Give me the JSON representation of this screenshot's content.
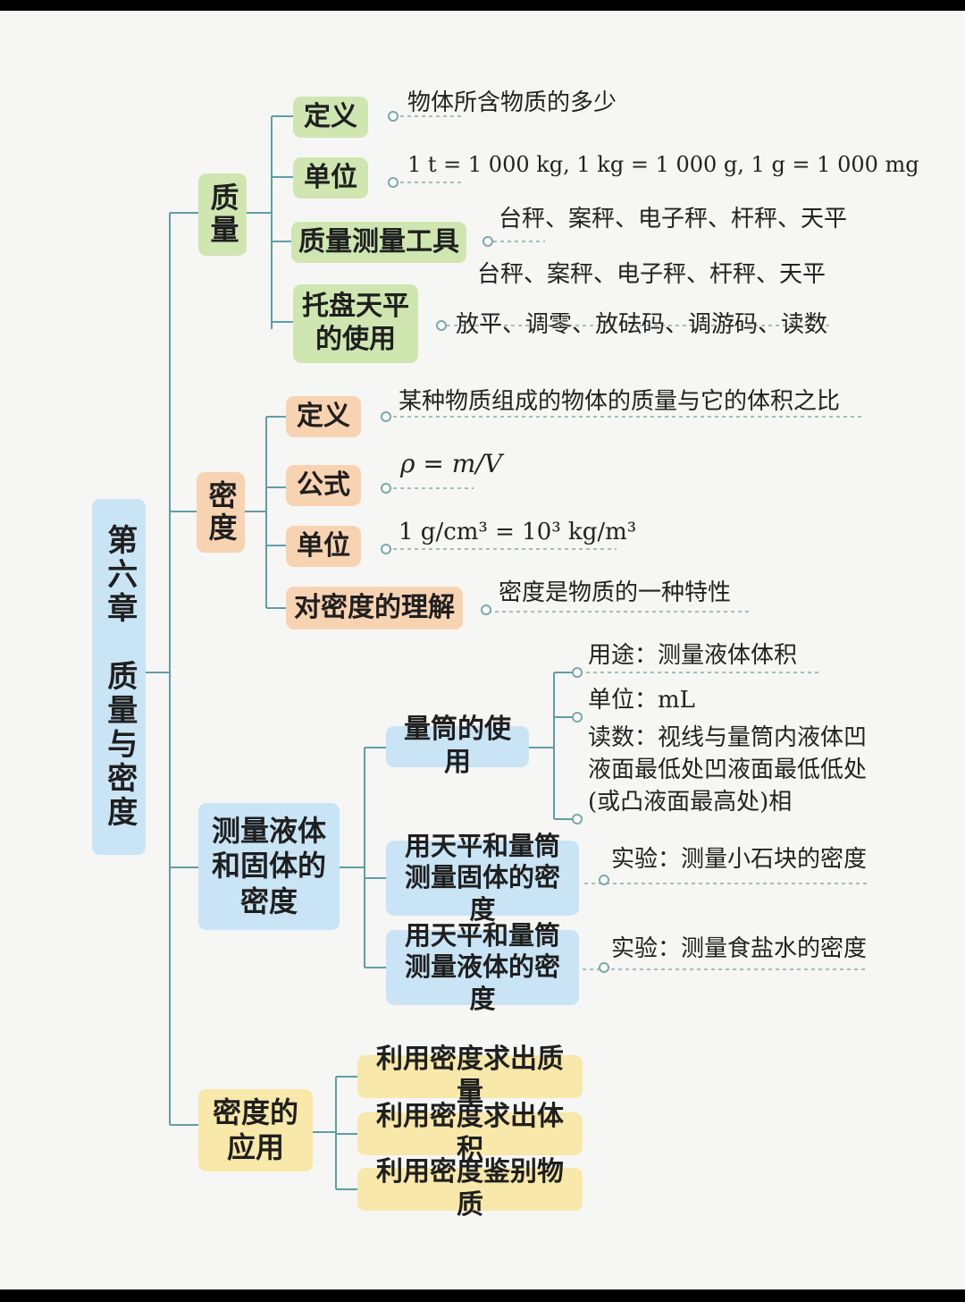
{
  "root": {
    "title": "第六章　质量与密度"
  },
  "branches": {
    "mass": {
      "label": "质量",
      "definition": {
        "label": "定义",
        "text": "物体所含物质的多少"
      },
      "unit": {
        "label": "单位",
        "text": "1 t = 1 000 kg, 1 kg = 1 000 g, 1 g = 1 000 mg"
      },
      "tools": {
        "label": "质量测量工具",
        "text": "台秤、案秤、电子秤、杆秤、天平"
      },
      "balance": {
        "label": "托盘天平的使用",
        "text_line1": "台秤、案秤、电子秤、杆秤、天平",
        "text_line2": "放平、调零、放砝码、调游码、读数"
      }
    },
    "density": {
      "label": "密度",
      "definition": {
        "label": "定义",
        "text": "某种物质组成的物体的质量与它的体积之比"
      },
      "formula": {
        "label": "公式",
        "text": "ρ = m/V"
      },
      "unit": {
        "label": "单位",
        "text": "1 g/cm³ = 10³ kg/m³"
      },
      "understanding": {
        "label": "对密度的理解",
        "text": "密度是物质的一种特性"
      }
    },
    "measure": {
      "label": "测量液体和固体的密度",
      "cylinder": {
        "label": "量筒的使用",
        "use": "用途：测量液体体积",
        "unit": "单位：mL",
        "reading": "读数：视线与量筒内液体凹液面最低处凹液面最低低处(或凸液面最高处)相"
      },
      "solid": {
        "label": "用天平和量筒测量固体的密度",
        "text": "实验：测量小石块的密度"
      },
      "liquid": {
        "label": "用天平和量筒测量液体的密度",
        "text": "实验：测量食盐水的密度"
      }
    },
    "application": {
      "label": "密度的应用",
      "items": [
        "利用密度求出质量",
        "利用密度求出体积",
        "利用密度鉴别物质"
      ]
    }
  }
}
